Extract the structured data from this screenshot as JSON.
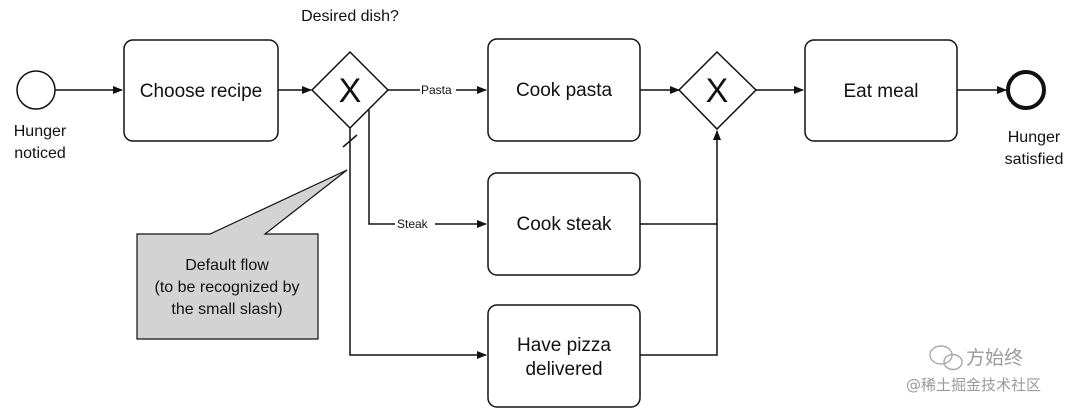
{
  "diagram": {
    "type": "bpmn-process",
    "gateway_question": "Desired dish?",
    "start_event": {
      "label_lines": [
        "Hunger",
        "noticed"
      ]
    },
    "end_event": {
      "label_lines": [
        "Hunger",
        "satisfied"
      ]
    },
    "tasks": {
      "choose_recipe": {
        "label_lines": [
          "Choose recipe"
        ]
      },
      "cook_pasta": {
        "label_lines": [
          "Cook pasta"
        ]
      },
      "cook_steak": {
        "label_lines": [
          "Cook steak"
        ]
      },
      "pizza": {
        "label_lines": [
          "Have pizza",
          "delivered"
        ]
      },
      "eat_meal": {
        "label_lines": [
          "Eat meal"
        ]
      }
    },
    "flow_labels": {
      "pasta": "Pasta",
      "steak": "Steak"
    },
    "annotation": {
      "label_lines": [
        "Default flow",
        "(to be recognized by",
        "the small slash)"
      ]
    },
    "gateway_marker": "X",
    "colors": {
      "stroke": "#111111",
      "annotation_fill": "#d3d3d3",
      "background": "#ffffff"
    }
  },
  "watermark": {
    "line1": "方始终",
    "line2": "@稀土掘金技术社区"
  }
}
